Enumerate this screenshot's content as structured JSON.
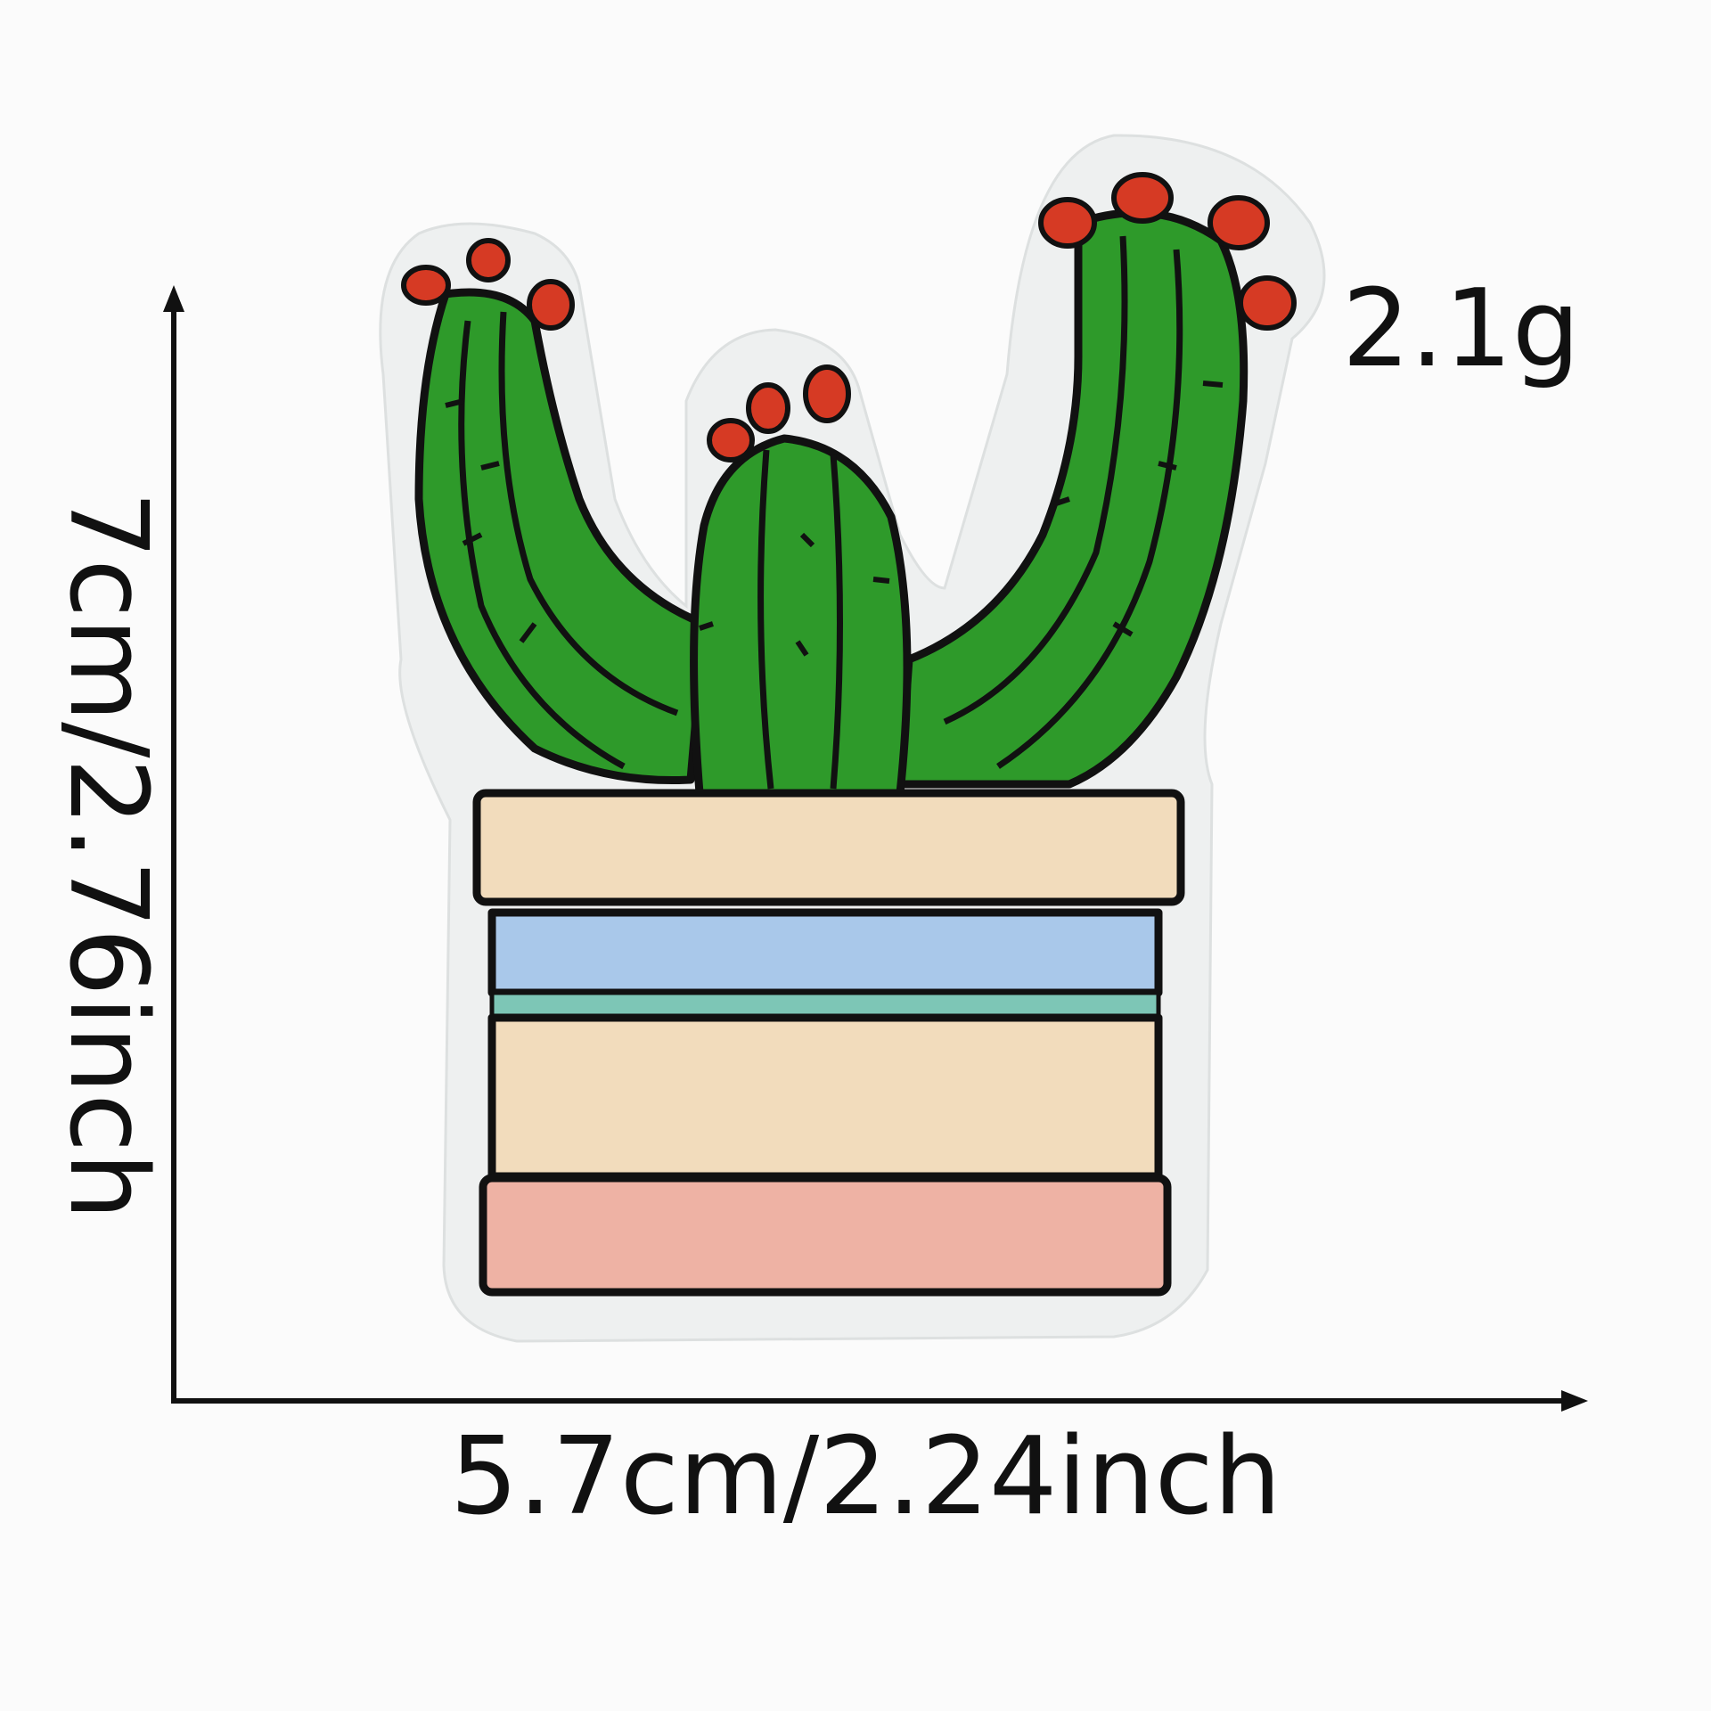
{
  "labels": {
    "weight": "2.1g",
    "width": "5.7cm/2.24inch",
    "height": "7cm/2.76inch"
  },
  "icons": {
    "product": "cactus-patch-icon",
    "height_arrow": "arrow-up-icon",
    "width_arrow": "arrow-right-icon"
  },
  "colors": {
    "background": "#fbfbfb",
    "felt": "#eef0f0",
    "cactus_green": "#2e9a2a",
    "outline": "#111111",
    "flower_red": "#d63a24",
    "pot_beige": "#f2dcbc",
    "pot_blue": "#a9c8ea",
    "pot_teal": "#7dc6b6",
    "pot_pink": "#eeb2a4"
  }
}
